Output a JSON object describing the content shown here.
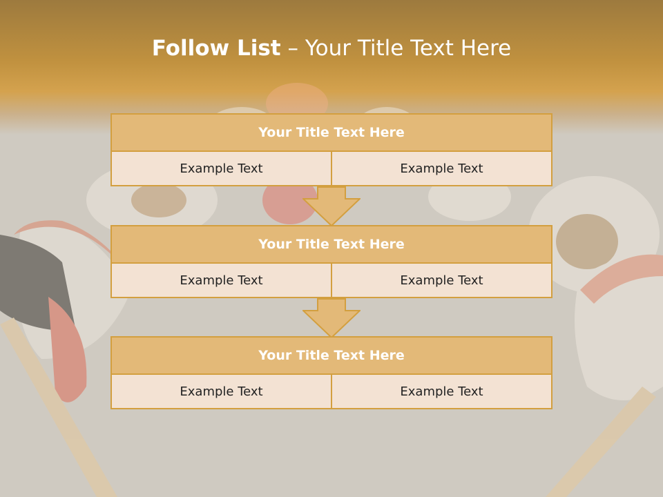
{
  "title": {
    "bold": "Follow List",
    "rest": " – Your Title Text Here"
  },
  "blocks": [
    {
      "title": "Your Title Text Here",
      "left": "Example Text",
      "right": "Example Text"
    },
    {
      "title": "Your Title Text Here",
      "left": "Example Text",
      "right": "Example Text"
    },
    {
      "title": "Your Title Text Here",
      "left": "Example Text",
      "right": "Example Text"
    }
  ],
  "colors": {
    "accent": "#d39f3f",
    "header_fill": "#e3b978",
    "cell_fill": "#f3e2d3",
    "background": "#cfcac1"
  }
}
